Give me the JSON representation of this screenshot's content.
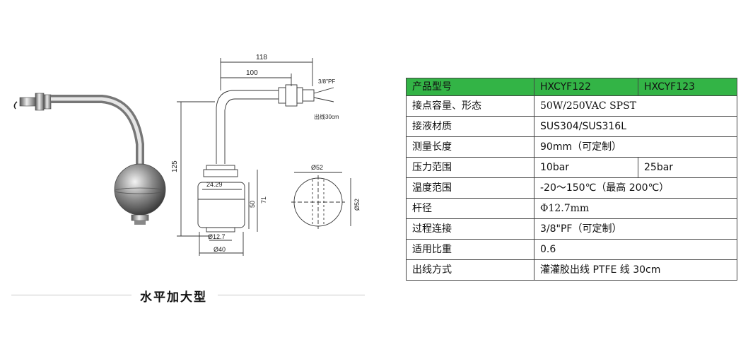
{
  "drawing": {
    "dims": {
      "total_length": "118",
      "arm_length": "100",
      "thread": "3/8\"PF",
      "cable": "出线30cm",
      "height": "125",
      "float_height": "50",
      "float_total": "71",
      "float_top_dia": "24.29",
      "stem_dia": "Ø12.7",
      "float_dia": "Ø40",
      "top_view_width": "Ø52",
      "top_view_height": "Ø52"
    }
  },
  "caption": "水平加大型",
  "spec_table": {
    "header": {
      "label": "产品型号",
      "model_a": "HXCYF122",
      "model_b": "HXCYF123"
    },
    "rows": [
      {
        "label": "接点容量、形态",
        "value": "50W/250VAC SPST"
      },
      {
        "label": "接液材质",
        "value": "SUS304/SUS316L"
      },
      {
        "label": "测量长度",
        "value": "90mm（可定制）"
      },
      {
        "label": "压力范围",
        "value_a": "10bar",
        "value_b": "25bar"
      },
      {
        "label": "温度范围",
        "value": "-20～150℃（最高 200℃）"
      },
      {
        "label": "杆径",
        "value": "Φ12.7mm"
      },
      {
        "label": "过程连接",
        "value": "3/8\"PF（可定制）"
      },
      {
        "label": "适用比重",
        "value": "0.6"
      },
      {
        "label": "出线方式",
        "value": "灌灌胶出线 PTFE 线 30cm"
      }
    ]
  },
  "colors": {
    "header_green": "#33b446",
    "border": "#444444"
  }
}
